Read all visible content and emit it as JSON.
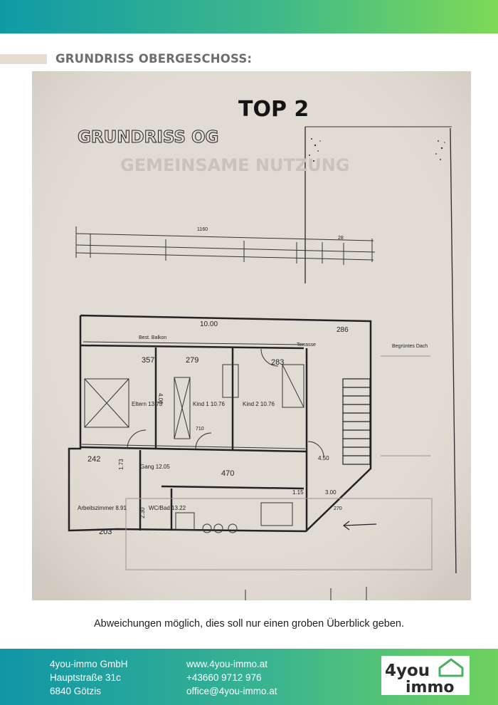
{
  "section": {
    "title": "GRUNDRISS OBERGESCHOSS:"
  },
  "plan": {
    "top_label": "TOP 2",
    "stamp_label": "GRUNDRISS OG",
    "faded_label": "GEMEINSAME NUTZUNG",
    "dimensions": [
      "1160",
      "28",
      "10.00",
      "286",
      "357",
      "279",
      "283",
      "4.06",
      "710",
      "470",
      "242",
      "203",
      "270",
      "1.15",
      "4.50",
      "3.00",
      "2.30",
      "1.73"
    ],
    "rooms": [
      {
        "id": "eltern",
        "label": "Eltern 13.73"
      },
      {
        "id": "kind1",
        "label": "Kind 1 10.76"
      },
      {
        "id": "kind2",
        "label": "Kind 2 10.76"
      },
      {
        "id": "gang",
        "label": "Gang 12.05"
      },
      {
        "id": "arbeitszimmer",
        "label": "Arbeitszimmer 8.91"
      },
      {
        "id": "wcbad",
        "label": "WC/Bad 13.22"
      }
    ],
    "annotations": [
      "Best. Balkon",
      "Terrasse",
      "Begrüntes Dach"
    ]
  },
  "caption": "Abweichungen möglich, dies soll nur einen groben Überblick geben.",
  "footer": {
    "company": "4you-immo GmbH",
    "street": "Hauptstraße 31c",
    "city": "6840 Götzis",
    "website": "www.4you-immo.at",
    "phone": "+43660 9712 976",
    "email": "office@4you-immo.at"
  },
  "logo": {
    "line1": "4you",
    "line2": "immo"
  },
  "colors": {
    "brand_teal": "#0f9aa6",
    "brand_green": "#7ed957",
    "logo_dark": "#2a2a2a"
  }
}
